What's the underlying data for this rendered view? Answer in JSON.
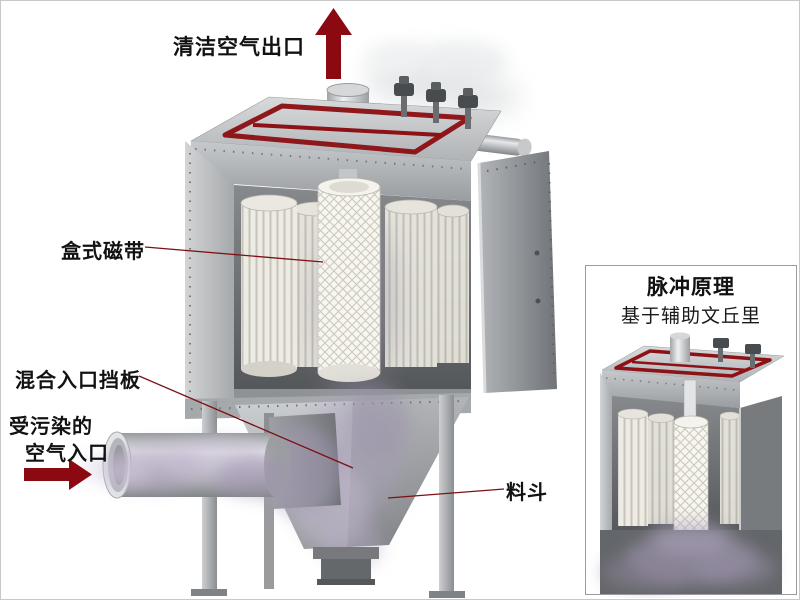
{
  "colors": {
    "arrow": "#8b0a12",
    "leader": "#7c1013",
    "machine_accent": "#8c1216"
  },
  "labels": {
    "clean_air_outlet": "清洁空气出口",
    "cartridge": "盒式磁带",
    "mixed_inlet_baffle": "混合入口挡板",
    "polluted_air_line1": "受污染的",
    "polluted_air_line2": "空气入口",
    "hopper": "料斗"
  },
  "inset": {
    "title": "脉冲原理",
    "subtitle": "基于辅助文丘里"
  }
}
